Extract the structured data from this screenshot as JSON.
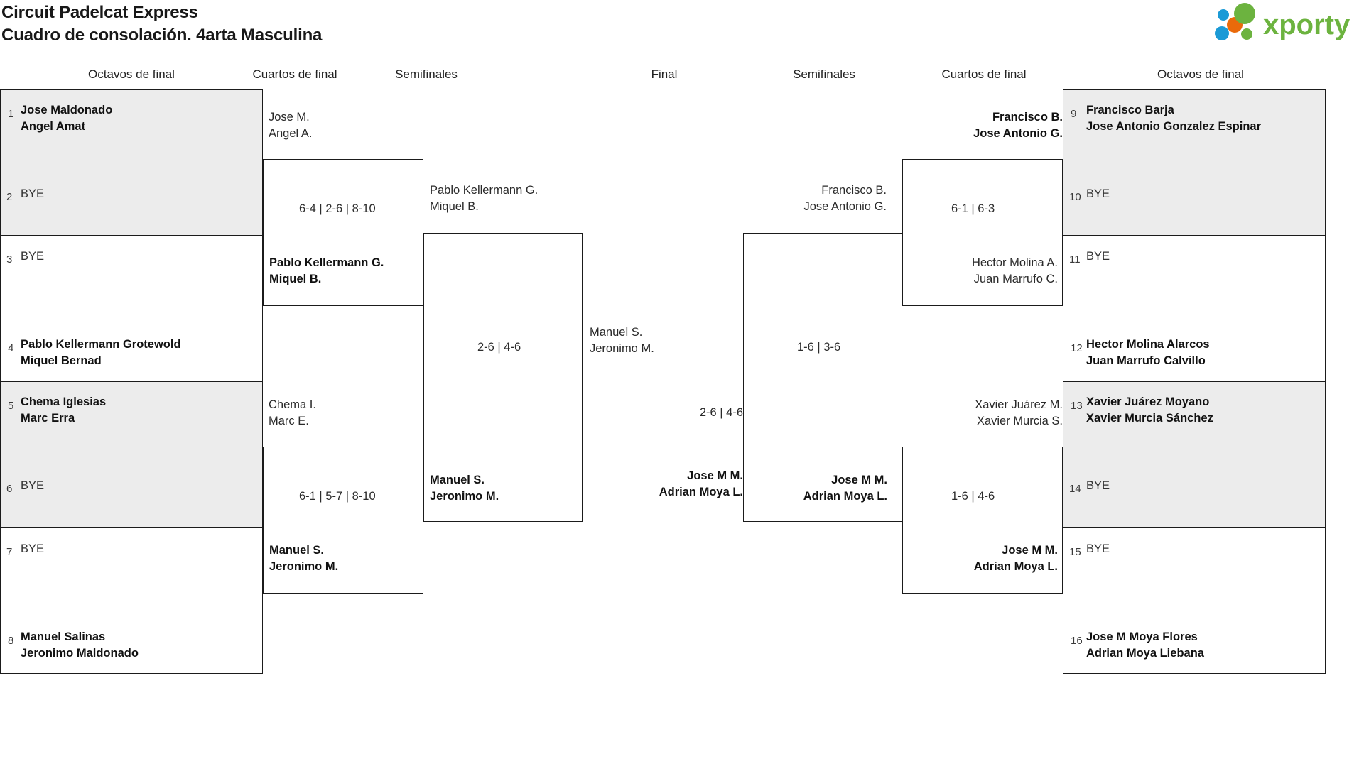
{
  "header": {
    "title_line1": "Circuit Padelcat Express",
    "title_line2": "Cuadro de consolación. 4arta Masculina",
    "logo_text": "xporty",
    "logo_colors": {
      "green": "#6cb33f",
      "orange": "#ea6a0a",
      "blue": "#1b9ad6"
    }
  },
  "rounds": {
    "left_r16": "Octavos de final",
    "left_qf": "Cuartos de final",
    "left_sf": "Semifinales",
    "final": "Final",
    "right_sf": "Semifinales",
    "right_qf": "Cuartos de final",
    "right_r16": "Octavos de final"
  },
  "left_seeds": [
    {
      "num": "1",
      "p1": "Jose Maldonado",
      "p2": "Angel Amat",
      "bye": false,
      "shaded": true,
      "winner": true
    },
    {
      "num": "2",
      "p1": "BYE",
      "p2": "",
      "bye": true,
      "shaded": true,
      "winner": false
    },
    {
      "num": "3",
      "p1": "BYE",
      "p2": "",
      "bye": true,
      "shaded": false,
      "winner": false
    },
    {
      "num": "4",
      "p1": "Pablo Kellermann Grotewold",
      "p2": "Miquel Bernad",
      "bye": false,
      "shaded": false,
      "winner": true
    },
    {
      "num": "5",
      "p1": "Chema Iglesias",
      "p2": "Marc Erra",
      "bye": false,
      "shaded": true,
      "winner": true
    },
    {
      "num": "6",
      "p1": "BYE",
      "p2": "",
      "bye": true,
      "shaded": true,
      "winner": false
    },
    {
      "num": "7",
      "p1": "BYE",
      "p2": "",
      "bye": true,
      "shaded": false,
      "winner": false
    },
    {
      "num": "8",
      "p1": "Manuel Salinas",
      "p2": "Jeronimo Maldonado",
      "bye": false,
      "shaded": false,
      "winner": true
    }
  ],
  "right_seeds": [
    {
      "num": "9",
      "p1": "Francisco Barja",
      "p2": "Jose Antonio Gonzalez Espinar",
      "bye": false,
      "shaded": true,
      "winner": true
    },
    {
      "num": "10",
      "p1": "BYE",
      "p2": "",
      "bye": true,
      "shaded": true,
      "winner": false
    },
    {
      "num": "11",
      "p1": "BYE",
      "p2": "",
      "bye": true,
      "shaded": false,
      "winner": false
    },
    {
      "num": "12",
      "p1": "Hector Molina Alarcos",
      "p2": "Juan Marrufo Calvillo",
      "bye": false,
      "shaded": false,
      "winner": true
    },
    {
      "num": "13",
      "p1": "Xavier Juárez Moyano",
      "p2": "Xavier Murcia Sánchez",
      "bye": false,
      "shaded": true,
      "winner": true
    },
    {
      "num": "14",
      "p1": "BYE",
      "p2": "",
      "bye": true,
      "shaded": true,
      "winner": false
    },
    {
      "num": "15",
      "p1": "BYE",
      "p2": "",
      "bye": true,
      "shaded": false,
      "winner": false
    },
    {
      "num": "16",
      "p1": "Jose M Moya Flores",
      "p2": "Adrian Moya Liebana",
      "bye": false,
      "shaded": false,
      "winner": true
    }
  ],
  "left_qf": [
    {
      "top_p1": "Jose M.",
      "top_p2": "Angel A.",
      "top_winner": false,
      "bot_p1": "Pablo Kellermann G.",
      "bot_p2": "Miquel B.",
      "bot_winner": true,
      "score": "6-4 | 2-6 | 8-10"
    },
    {
      "top_p1": "Chema I.",
      "top_p2": "Marc E.",
      "top_winner": false,
      "bot_p1": "Manuel S.",
      "bot_p2": "Jeronimo M.",
      "bot_winner": true,
      "score": "6-1 | 5-7 | 8-10"
    }
  ],
  "left_sf": {
    "top_p1": "Pablo Kellermann G.",
    "top_p2": "Miquel B.",
    "top_winner": false,
    "bot_p1": "Manuel S.",
    "bot_p2": "Jeronimo M.",
    "bot_winner": true,
    "score": "2-6 | 4-6"
  },
  "right_qf": [
    {
      "top_p1": "Francisco B.",
      "top_p2": "Jose Antonio G.",
      "top_winner": true,
      "bot_p1": "Hector Molina A.",
      "bot_p2": "Juan Marrufo C.",
      "bot_winner": false,
      "score": "6-1 | 6-3"
    },
    {
      "top_p1": "Xavier Juárez M.",
      "top_p2": "Xavier Murcia S.",
      "top_winner": false,
      "bot_p1": "Jose M M.",
      "bot_p2": "Adrian Moya L.",
      "bot_winner": true,
      "score": "1-6 | 4-6"
    }
  ],
  "right_sf": {
    "top_p1": "Francisco B.",
    "top_p2": "Jose Antonio G.",
    "top_winner": false,
    "bot_p1": "Jose M M.",
    "bot_p2": "Adrian Moya L.",
    "bot_winner": true,
    "score": "1-6 | 3-6"
  },
  "final": {
    "top_p1": "Manuel S.",
    "top_p2": "Jeronimo M.",
    "top_winner": false,
    "bot_p1": "Jose M M.",
    "bot_p2": "Adrian Moya L.",
    "bot_winner": true,
    "score": "2-6 | 4-6"
  }
}
